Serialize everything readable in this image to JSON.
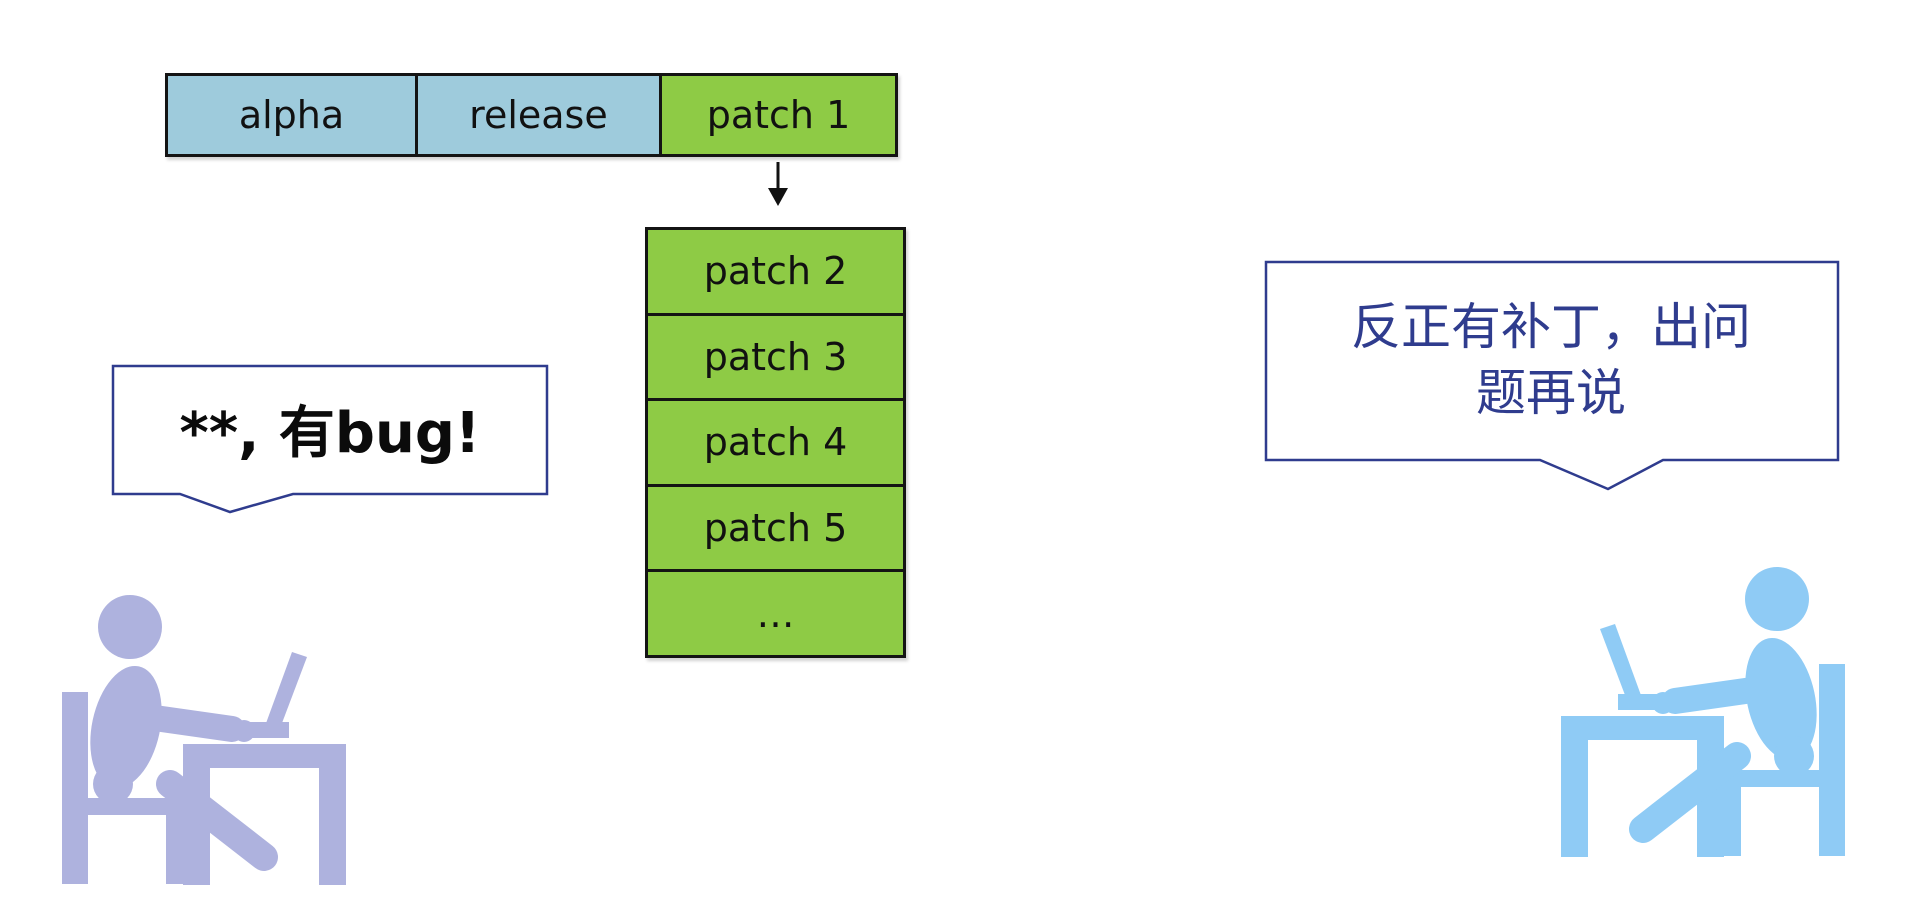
{
  "diagram": {
    "timeline": {
      "cells": [
        {
          "label": "alpha",
          "color": "#9ECBDC"
        },
        {
          "label": "release",
          "color": "#9ECBDC"
        },
        {
          "label": "patch 1",
          "color": "#8ECB45"
        }
      ]
    },
    "patch_stack": {
      "items": [
        "patch 2",
        "patch 3",
        "patch 4",
        "patch 5",
        "…"
      ],
      "color": "#8ECB45"
    },
    "speech": {
      "left": {
        "text": "**, 有bug!"
      },
      "right": {
        "lines": [
          "反正有补丁，出问",
          "题再说"
        ]
      }
    }
  },
  "icons": {
    "down_arrow": "down-arrow",
    "left_person": "person-at-desk-with-laptop",
    "right_person": "person-at-desk-with-laptop-mirrored"
  },
  "colors": {
    "timeline_blue": "#9ECBDC",
    "patch_green": "#8ECB45",
    "outline_black": "#141414",
    "bubble_border": "#2F3C8E",
    "left_bubble_text": "#0b0b0b",
    "right_bubble_text": "#2F3C8E",
    "person_left": "#AEB2DE",
    "person_right": "#8FCBF5"
  }
}
